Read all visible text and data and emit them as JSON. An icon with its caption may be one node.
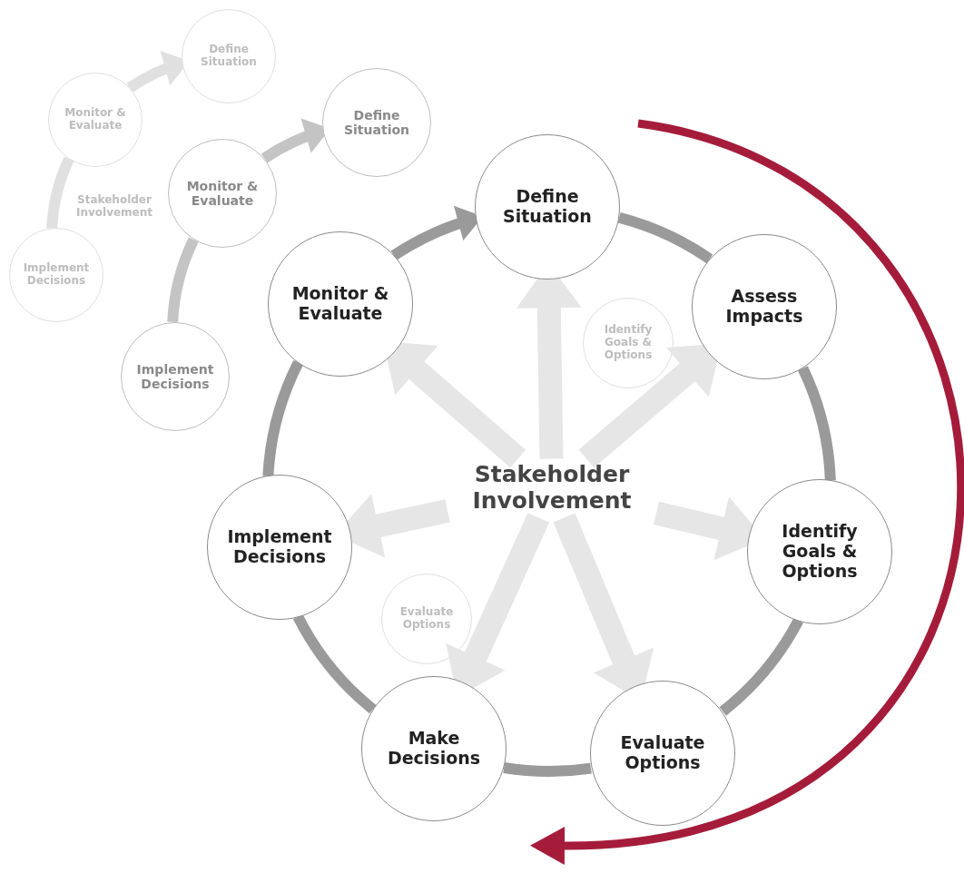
{
  "diagram": {
    "nodes": [
      {
        "text": [
          "Stakeholder Involvement"
        ]
      },
      {
        "text": [
          "Define Situation"
        ]
      },
      {
        "text": [
          "Assess Impacts"
        ]
      },
      {
        "text": [
          "Identify Goals & Options"
        ]
      },
      {
        "text": [
          "Evaluate Options"
        ]
      },
      {
        "text": [
          "Make Decisions"
        ]
      },
      {
        "text": [
          "Implement Decisions"
        ]
      },
      {
        "text": [
          "Monitor & Evaluate"
        ]
      },
      {
        "text": [
          "Define Situation"
        ]
      },
      {
        "text": [
          "Monitor & Evaluate"
        ]
      },
      {
        "text": [
          "Stakeholder Involvement"
        ]
      },
      {
        "text": [
          "Implement Decisions"
        ]
      },
      {
        "text": [
          "Define Situation"
        ]
      },
      {
        "text": [
          "Monitor & Evaluate"
        ]
      },
      {
        "text": [
          "Implement Decisions"
        ]
      },
      {
        "text": [
          "Identify Goals & Options"
        ]
      },
      {
        "text": [
          "Evaluate Options"
        ]
      }
    ],
    "edges": [
      {
        "from": 7,
        "to": 1,
        "arrow": "to"
      },
      {
        "from": 1,
        "to": 2,
        "arrow": "none"
      },
      {
        "from": 2,
        "to": 3,
        "arrow": "none"
      },
      {
        "from": 3,
        "to": 4,
        "arrow": "none"
      },
      {
        "from": 4,
        "to": 5,
        "arrow": "none"
      },
      {
        "from": 5,
        "to": 6,
        "arrow": "none"
      },
      {
        "from": 6,
        "to": 7,
        "arrow": "none"
      },
      {
        "from": 0,
        "to": 1,
        "arrow": "to",
        "style": "thick",
        "color": "#e6e6e6"
      },
      {
        "from": 0,
        "to": 2,
        "arrow": "to",
        "style": "thick",
        "color": "#e6e6e6"
      },
      {
        "from": 0,
        "to": 3,
        "arrow": "to",
        "style": "thick",
        "color": "#e6e6e6"
      },
      {
        "from": 0,
        "to": 4,
        "arrow": "to",
        "style": "thick",
        "color": "#e6e6e6"
      },
      {
        "from": 0,
        "to": 5,
        "arrow": "to",
        "style": "thick",
        "color": "#e6e6e6"
      },
      {
        "from": 0,
        "to": 6,
        "arrow": "to",
        "style": "thick",
        "color": "#e6e6e6"
      },
      {
        "from": 0,
        "to": 7,
        "arrow": "to",
        "style": "thick",
        "color": "#e6e6e6"
      },
      {
        "from": 9,
        "to": 8,
        "arrow": "to",
        "color": "#e0e0e0"
      },
      {
        "from": 11,
        "to": 9,
        "arrow": "none",
        "color": "#e0e0e0"
      },
      {
        "from": 13,
        "to": 12,
        "arrow": "to",
        "color": "#c4c4c4"
      },
      {
        "from": 14,
        "to": 13,
        "arrow": "none",
        "color": "#c4c4c4"
      }
    ]
  }
}
